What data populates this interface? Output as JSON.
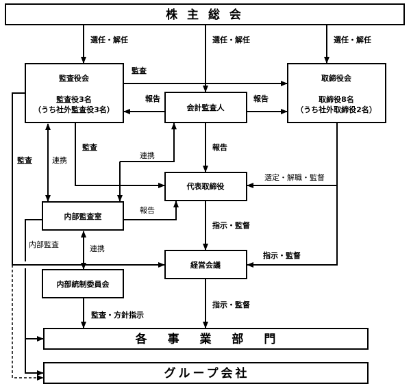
{
  "nodes": {
    "shareholders": "株 主 総 会",
    "audit_board": {
      "title": "監査役会",
      "line1": "監査役3名",
      "line2": "（うち社外監査役3名）"
    },
    "accounting_auditor": "会計監査人",
    "board": {
      "title": "取締役会",
      "line1": "取締役8名",
      "line2": "（うち社外取締役2名）"
    },
    "representative_director": "代表取締役",
    "internal_audit_office": "内部監査室",
    "management_meeting": "経営会議",
    "internal_control_committee": "内部統制委員会",
    "business_divisions": "各 事 業 部 門",
    "group_companies": "グループ会社"
  },
  "labels": {
    "elect1": "選任・解任",
    "elect2": "選任・解任",
    "elect3": "選任・解任",
    "audit_to_board": "監査",
    "report_to_audit": "報告",
    "report_to_board": "報告",
    "audit_left": "監査",
    "coop1": "連携",
    "audit_to_rep": "監査",
    "coop2": "連携",
    "report_to_rep": "報告",
    "select_dismiss": "選定・解職・監督",
    "report_internal": "報告",
    "instruct1": "指示・監督",
    "internal_audit": "内部監査",
    "coop3": "連携",
    "instruct2": "指示・監督",
    "audit_policy": "監査・方針指示",
    "instruct3": "指示・監督"
  }
}
